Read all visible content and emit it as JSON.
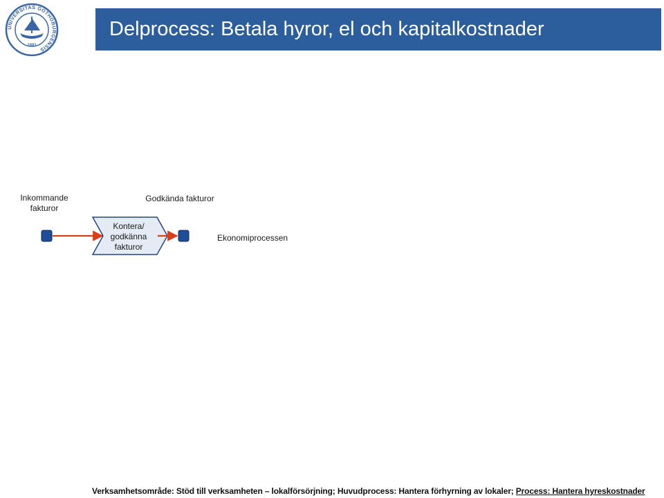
{
  "header": {
    "title": "Delprocess: Betala hyror, el och kapitalkostnader",
    "bar_color": "#2c5e9e"
  },
  "logo": {
    "icon": "university-seal-icon",
    "ring_text": "UNIVERSITAS GOTHOBURGENSIS",
    "year": "1891"
  },
  "diagram": {
    "input_label": "Inkommande fakturor",
    "input_label_lines": [
      "Inkommande",
      "fakturor"
    ],
    "output_label": "Godkända fakturor",
    "process_label_lines": [
      "Kontera/",
      "godkänna",
      "fakturor"
    ],
    "destination_label": "Ekonomiprocessen",
    "node_color": "#1f4e99",
    "arrow_color": "#d9401a"
  },
  "footer": {
    "text": "Verksamhetsområde: Stöd till verksamheten – lokalförsörjning; Huvudprocess: Hantera förhyrning av lokaler; ",
    "link_text": "Process: Hantera hyreskostnader"
  }
}
